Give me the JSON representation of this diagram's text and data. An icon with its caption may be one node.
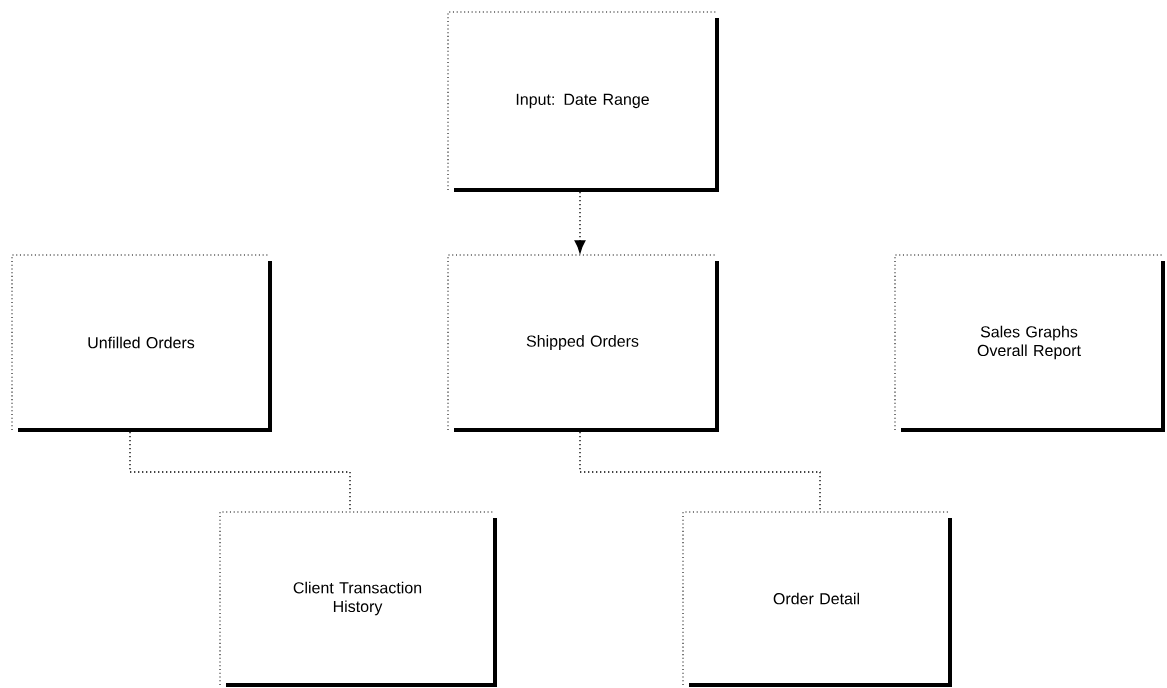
{
  "diagram": {
    "nodes": [
      {
        "text": [
          "Input: Date Range"
        ]
      },
      {
        "text": [
          "Unfilled Orders"
        ]
      },
      {
        "text": [
          "Shipped Orders"
        ]
      },
      {
        "text": [
          "Sales Graphs Overall Report"
        ]
      },
      {
        "text": [
          "Client Transaction History"
        ]
      },
      {
        "text": [
          "Order Detail"
        ]
      }
    ],
    "edges": [
      {
        "from": 0,
        "to": 2,
        "arrow": "to"
      },
      {
        "from": 1,
        "to": 4,
        "arrow": "none"
      },
      {
        "from": 2,
        "to": 5,
        "arrow": "none"
      }
    ]
  }
}
